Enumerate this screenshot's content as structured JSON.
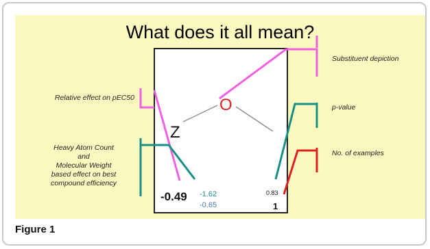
{
  "title": "What does it all mean?",
  "labels": {
    "substituent": "Substituent depiction",
    "pec50": "Relative effect on pEC50",
    "pvalue": "p-value",
    "examples": "No. of examples",
    "efficiency_line1": "Heavy Atom Count",
    "efficiency_line2": "and",
    "efficiency_line3": "Molecular Weight",
    "efficiency_line4": "based effect on best",
    "efficiency_line5": "compound efficiency"
  },
  "structure": {
    "atom_z": "Z",
    "atom_o": "O"
  },
  "values": {
    "effect": "-0.49",
    "hac_effect": "-1.62",
    "mw_effect": "-0.65",
    "p_value": "0.83",
    "examples": "1"
  },
  "colors": {
    "background": "#fbf8c0",
    "magenta": "#f060e0",
    "teal": "#178f86",
    "red": "#e02020",
    "blue_value": "#4a7ab8"
  },
  "caption": "Figure 1"
}
